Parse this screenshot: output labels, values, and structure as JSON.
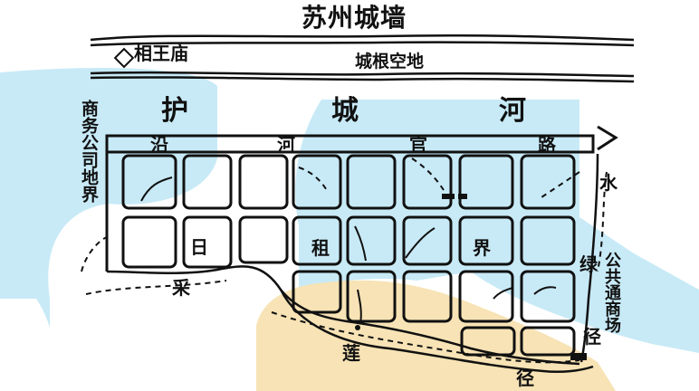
{
  "title": "苏州城墙",
  "labels": {
    "temple": "相王庙",
    "wall_land": "城根空地",
    "moat": [
      "护",
      "城",
      "河"
    ],
    "road_top": [
      "沿",
      "河",
      "官",
      "路"
    ],
    "left_company": "商务公司地界",
    "right_company": "公共通商场",
    "left_path": [
      "日",
      "采"
    ],
    "right_path": [
      "水",
      "绿",
      "径"
    ],
    "center_block": "租",
    "right_block": "界",
    "bottom": [
      "莲",
      "径"
    ]
  },
  "colors": {
    "water": "#c8eaf7",
    "sand": "#f7e3b5",
    "ink": "#111111"
  }
}
